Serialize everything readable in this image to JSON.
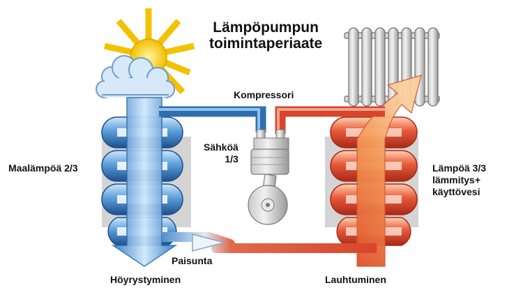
{
  "title_line1": "Lämpöpumpun",
  "title_line2": "toimintaperiaate",
  "labels": {
    "compressor": "Kompressori",
    "electricity_line1": "Sähköä",
    "electricity_line2": "1/3",
    "ground_heat": "Maalämpöä 2/3",
    "heat_line1": "Lämpöä 3/3",
    "heat_line2": "lämmitys+",
    "heat_line3": "käyttövesi",
    "expansion": "Paisunta",
    "evaporation": "Höyrystyminen",
    "condensation": "Lauhtuminen"
  },
  "icons": [
    "sun-icon",
    "cloud-icon",
    "radiator-icon",
    "compressor-icon"
  ],
  "colors": {
    "cold_pipe": "#2f6fb0",
    "hot_pipe": "#d8452a",
    "hot_arrow": "#f0a060",
    "cold_arrow": "#6aaee0",
    "sun": "#f5c400",
    "panel": "#d4d4d4"
  }
}
